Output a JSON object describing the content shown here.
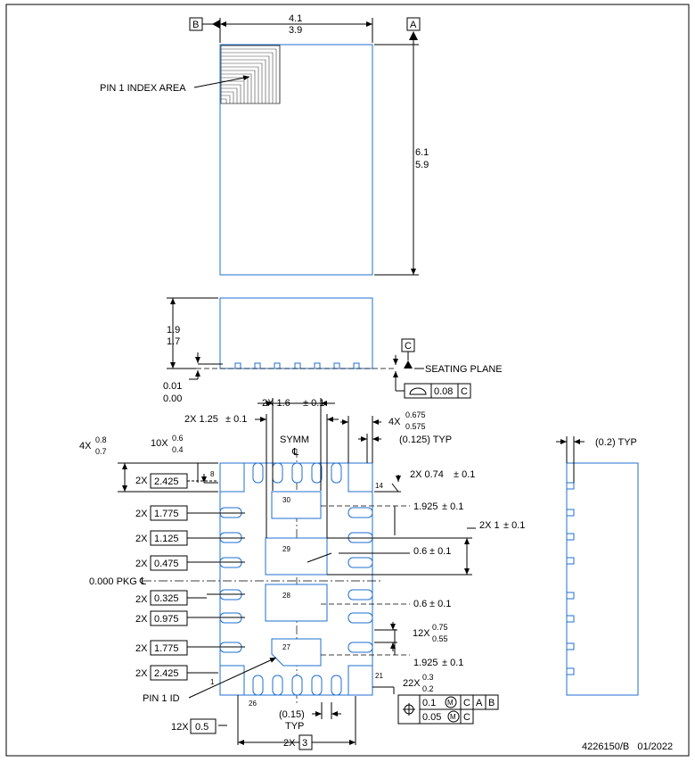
{
  "top_view": {
    "datum_b": "B",
    "datum_a": "A",
    "width_max": "4.1",
    "width_min": "3.9",
    "length_max": "6.1",
    "length_min": "5.9",
    "pin1_index_label": "PIN 1 INDEX AREA"
  },
  "side_view": {
    "height_max": "1.9",
    "height_min": "1.7",
    "standoff_max": "0.01",
    "standoff_min": "0.00",
    "datum_c": "C",
    "seating_plane": "SEATING PLANE",
    "flatness_value": "0.08",
    "flatness_datum": "C"
  },
  "bottom_view": {
    "dim_2x_16": "2X 1.6",
    "dim_2x_125": "2X 1.25",
    "tol_01": "0.1",
    "dim_4x": "4X",
    "dim_4x_max": "0.675",
    "dim_4x_min": "0.575",
    "dim_0125_typ": "(0.125) TYP",
    "dim_4x_08_prefix": "4X",
    "dim_4x_08_max": "0.8",
    "dim_4x_08_min": "0.7",
    "dim_10x_prefix": "10X",
    "dim_10x_max": "0.6",
    "dim_10x_min": "0.4",
    "symm": "SYMM",
    "centerline": "℄",
    "dim_2x_074": "2X 0.74",
    "dim_1925_top": "1.925",
    "dim_2x_1": "2X 1",
    "dim_06_top": "0.6",
    "dim_06_bot": "0.6",
    "dim_12x_prefix": "12X",
    "dim_12x_max": "0.75",
    "dim_12x_min": "0.55",
    "dim_1925_bot": "1.925",
    "dim_22x_prefix": "22X",
    "dim_22x_max": "0.3",
    "dim_22x_min": "0.2",
    "pkg_centerline": "0.000 PKG ℄",
    "row_prefix": "2X",
    "row_boxes": [
      "2.425",
      "1.775",
      "1.125",
      "0.475",
      "0.325",
      "0.975",
      "1.775",
      "2.425"
    ],
    "pin_labels": {
      "p8": "8",
      "p14": "14",
      "p1": "1",
      "p21": "21",
      "p26": "26"
    },
    "pad_labels": [
      "30",
      "29",
      "28",
      "27"
    ],
    "pin1_id": "PIN 1 ID",
    "dim_015": "(0.15)",
    "typ": "TYP",
    "dim_12x_05_prefix": "12X",
    "dim_12x_05": "0.5",
    "dim_2x_3_prefix": "2X",
    "dim_2x_3": "3",
    "fcf_tol1": "0.1",
    "fcf_tol2": "0.05",
    "fcf_c": "C",
    "fcf_a": "A",
    "fcf_b": "B"
  },
  "end_view": {
    "dim_02_typ": "(0.2) TYP"
  },
  "footer": {
    "doc_ref": "4226150/B   01/2022"
  }
}
